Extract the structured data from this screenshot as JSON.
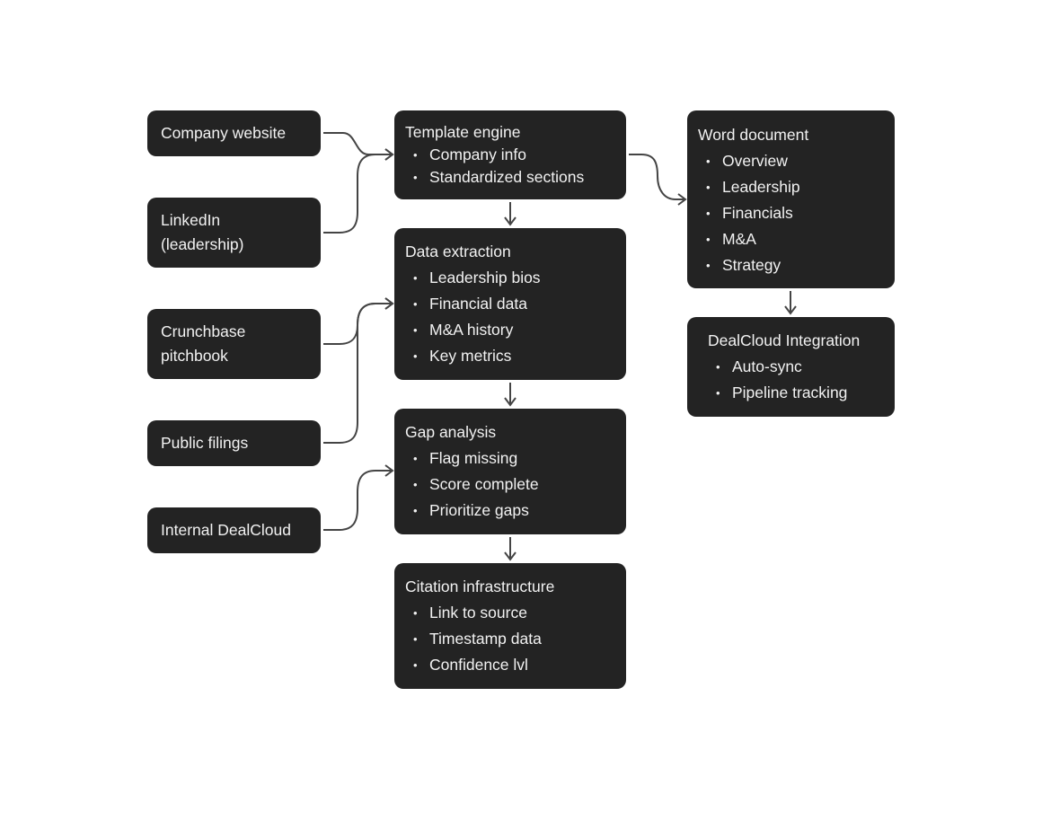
{
  "diagram": {
    "sources": [
      {
        "id": "company-website",
        "label": "Company website"
      },
      {
        "id": "linkedin",
        "label": "LinkedIn (leadership)",
        "lines": [
          "LinkedIn",
          "(leadership)"
        ]
      },
      {
        "id": "crunchbase",
        "label": "Crunchbase pitchbook",
        "lines": [
          "Crunchbase",
          "pitchbook"
        ]
      },
      {
        "id": "public-filings",
        "label": "Public filings"
      },
      {
        "id": "internal-dealcloud",
        "label": "Internal DealCloud"
      }
    ],
    "pipeline": [
      {
        "id": "template-engine",
        "title": "Template engine",
        "items": [
          "Company info",
          "Standardized sections"
        ]
      },
      {
        "id": "data-extraction",
        "title": "Data extraction",
        "items": [
          "Leadership bios",
          "Financial data",
          "M&A history",
          "Key metrics"
        ]
      },
      {
        "id": "gap-analysis",
        "title": "Gap analysis",
        "items": [
          "Flag missing",
          "Score complete",
          "Prioritize gaps"
        ]
      },
      {
        "id": "citation-infrastructure",
        "title": "Citation infrastructure",
        "items": [
          "Link to source",
          "Timestamp data",
          "Confidence lvl"
        ]
      }
    ],
    "outputs": [
      {
        "id": "word-document",
        "title": "Word document",
        "items": [
          "Overview",
          "Leadership",
          "Financials",
          "M&A",
          "Strategy"
        ]
      },
      {
        "id": "dealcloud-integration",
        "title": "DealCloud Integration",
        "items": [
          "Auto-sync",
          "Pipeline tracking"
        ]
      }
    ],
    "edges": [
      {
        "from": "company-website",
        "to": "template-engine"
      },
      {
        "from": "linkedin",
        "to": "template-engine"
      },
      {
        "from": "crunchbase",
        "to": "data-extraction"
      },
      {
        "from": "public-filings",
        "to": "data-extraction"
      },
      {
        "from": "internal-dealcloud",
        "to": "gap-analysis"
      },
      {
        "from": "template-engine",
        "to": "data-extraction"
      },
      {
        "from": "data-extraction",
        "to": "gap-analysis"
      },
      {
        "from": "gap-analysis",
        "to": "citation-infrastructure"
      },
      {
        "from": "template-engine",
        "to": "word-document"
      },
      {
        "from": "word-document",
        "to": "dealcloud-integration"
      }
    ]
  }
}
